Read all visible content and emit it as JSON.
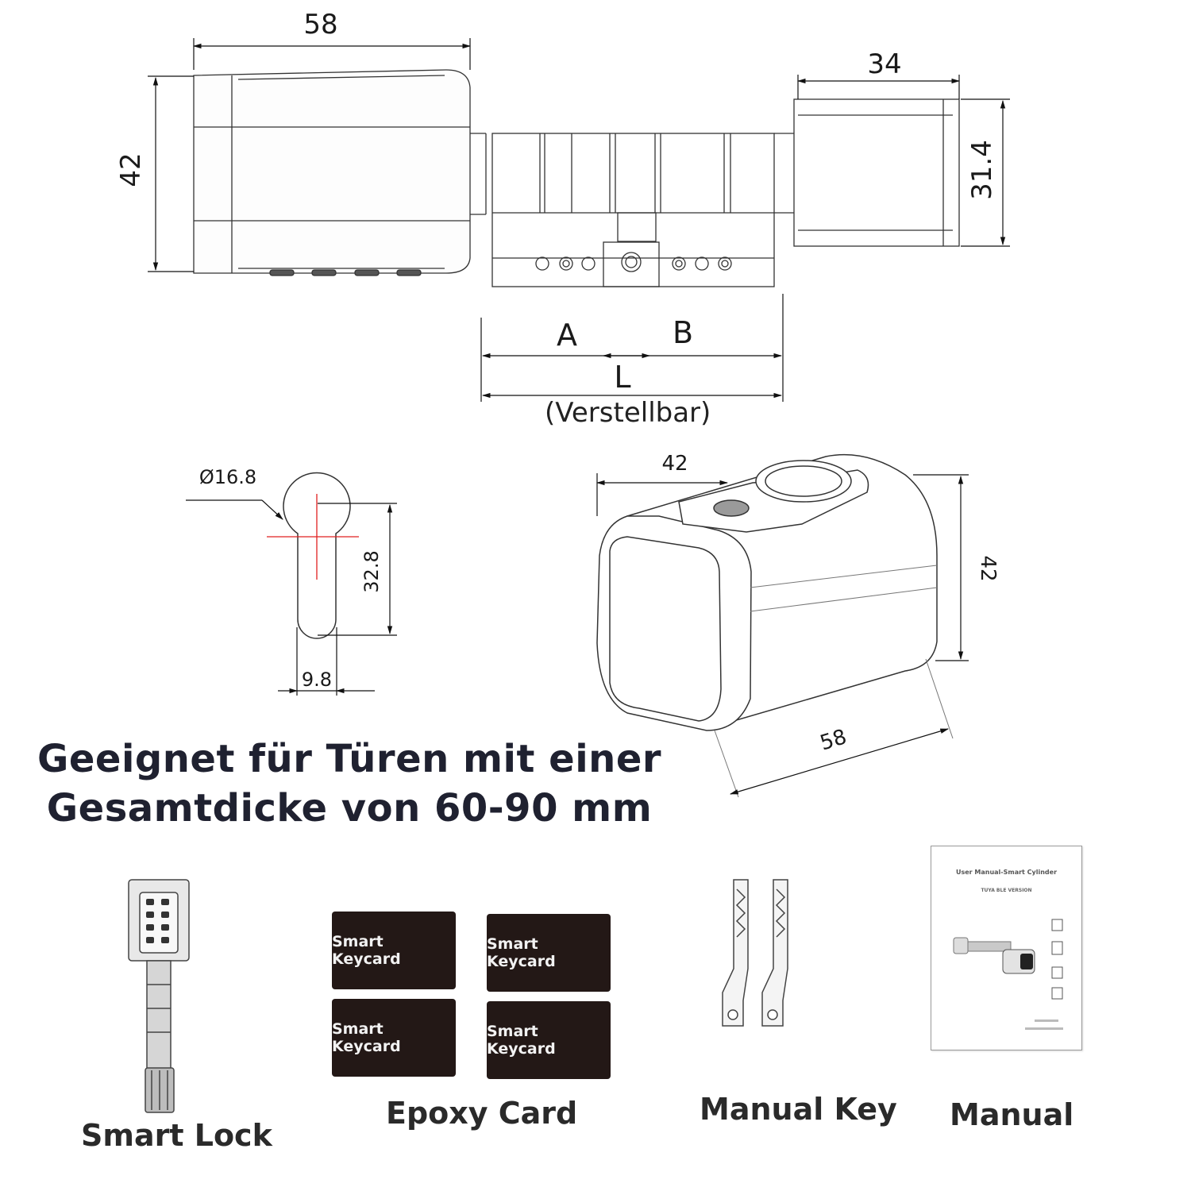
{
  "dimensions": {
    "top_length": "58",
    "left_height": "42",
    "knob_length": "34",
    "knob_height": "31.4",
    "label_a": "A",
    "label_b": "B",
    "label_l": "L",
    "adjustable": "(Verstellbar)",
    "hole_diameter": "Ø16.8",
    "profile_height": "32.8",
    "profile_width": "9.8",
    "body_width": "42",
    "body_height": "42",
    "body_depth": "58"
  },
  "headline": {
    "line1": "Geeignet für Türen mit einer",
    "line2": "Gesamtdicke von 60-90 mm"
  },
  "package": {
    "smart_lock_label": "Smart Lock",
    "epoxy_card_label": "Epoxy Card",
    "manual_key_label": "Manual Key",
    "manual_label": "Manual",
    "cards": [
      "Smart Keycard",
      "Smart Keycard",
      "Smart Keycard",
      "Smart Keycard"
    ],
    "manual_doc_title": "User Manual-Smart Cylinder",
    "manual_doc_subtitle": "TUYA BLE VERSION"
  },
  "colors": {
    "card_bg": "#231816",
    "headline": "#1f2130",
    "crosshair": "#e02020"
  }
}
